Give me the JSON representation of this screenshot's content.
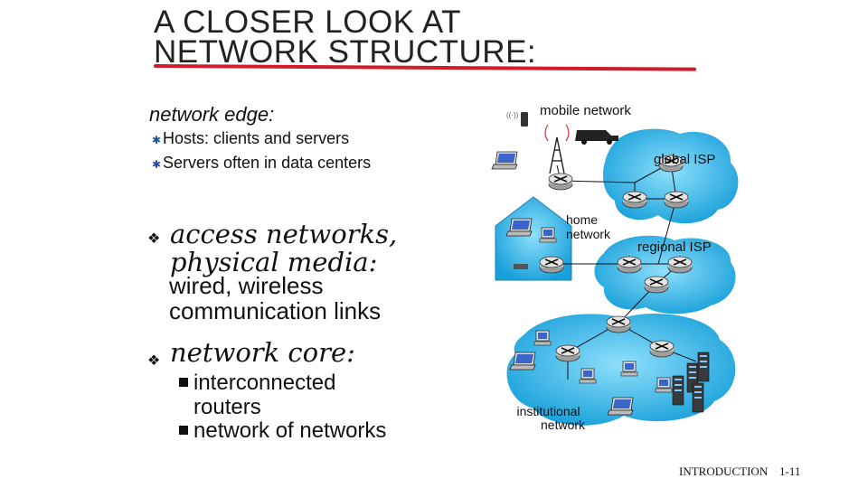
{
  "slide": {
    "title_line1": "A CLOSER LOOK AT",
    "title_line2": "NETWORK STRUCTURE:",
    "network_edge": {
      "heading": "network edge:",
      "items": [
        "Hosts: clients and servers",
        "Servers often in data centers"
      ]
    },
    "access": {
      "heading_line1": "access networks,",
      "heading_line2": "physical media:",
      "body_line1": "wired, wireless",
      "body_line2": "communication links"
    },
    "core": {
      "heading": "network core:",
      "items": [
        {
          "line1": "interconnected",
          "line2": "routers"
        },
        {
          "line1": "network of networks",
          "line2": ""
        }
      ]
    }
  },
  "diagram": {
    "mobile_label": "mobile network",
    "global_label": "global ISP",
    "home_label_1": "home",
    "home_label_2": "network",
    "regional_label": "regional ISP",
    "inst_label_1": "institutional",
    "inst_label_2": "network"
  },
  "footer": {
    "section": "INTRODUCTION",
    "page": "1-11"
  },
  "colors": {
    "rule": "#d01c2c",
    "cloud": "#1aa3dc",
    "cloud_light": "#6fd0f4",
    "bullet": "#1d4fa0"
  }
}
